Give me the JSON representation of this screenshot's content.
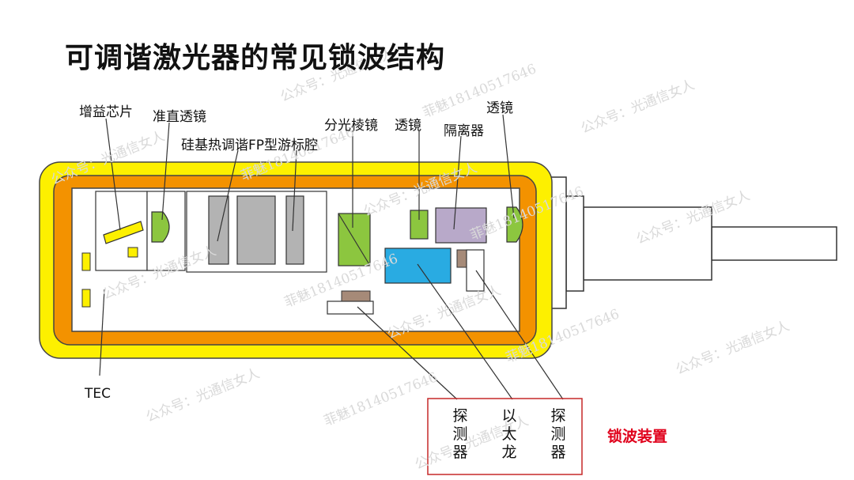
{
  "title": "可调谐激光器的常见锁波结构",
  "labels": {
    "gain_chip": "增益芯片",
    "collimating_lens": "准直透镜",
    "fp_etalon": "硅基热调谐FP型游标腔",
    "beam_splitter": "分光棱镜",
    "lens_mid": "透镜",
    "isolator": "隔离器",
    "lens_right": "透镜",
    "tec": "TEC",
    "detector_1": "探测器",
    "etalon": "以太龙",
    "detector_2": "探测器",
    "wavelength_locker": "锁波装置"
  },
  "watermarks": {
    "wechat": "公众号：光通信女人",
    "author": "菲魅18140517646"
  },
  "colors": {
    "outer_case": "#fdf000",
    "inner_frame": "#f39200",
    "green": "#8cc63f",
    "gray": "#b3b3b3",
    "blue": "#29abe2",
    "purple": "#b8a9c9",
    "brown": "#a68a78",
    "red": "#e0001b"
  }
}
